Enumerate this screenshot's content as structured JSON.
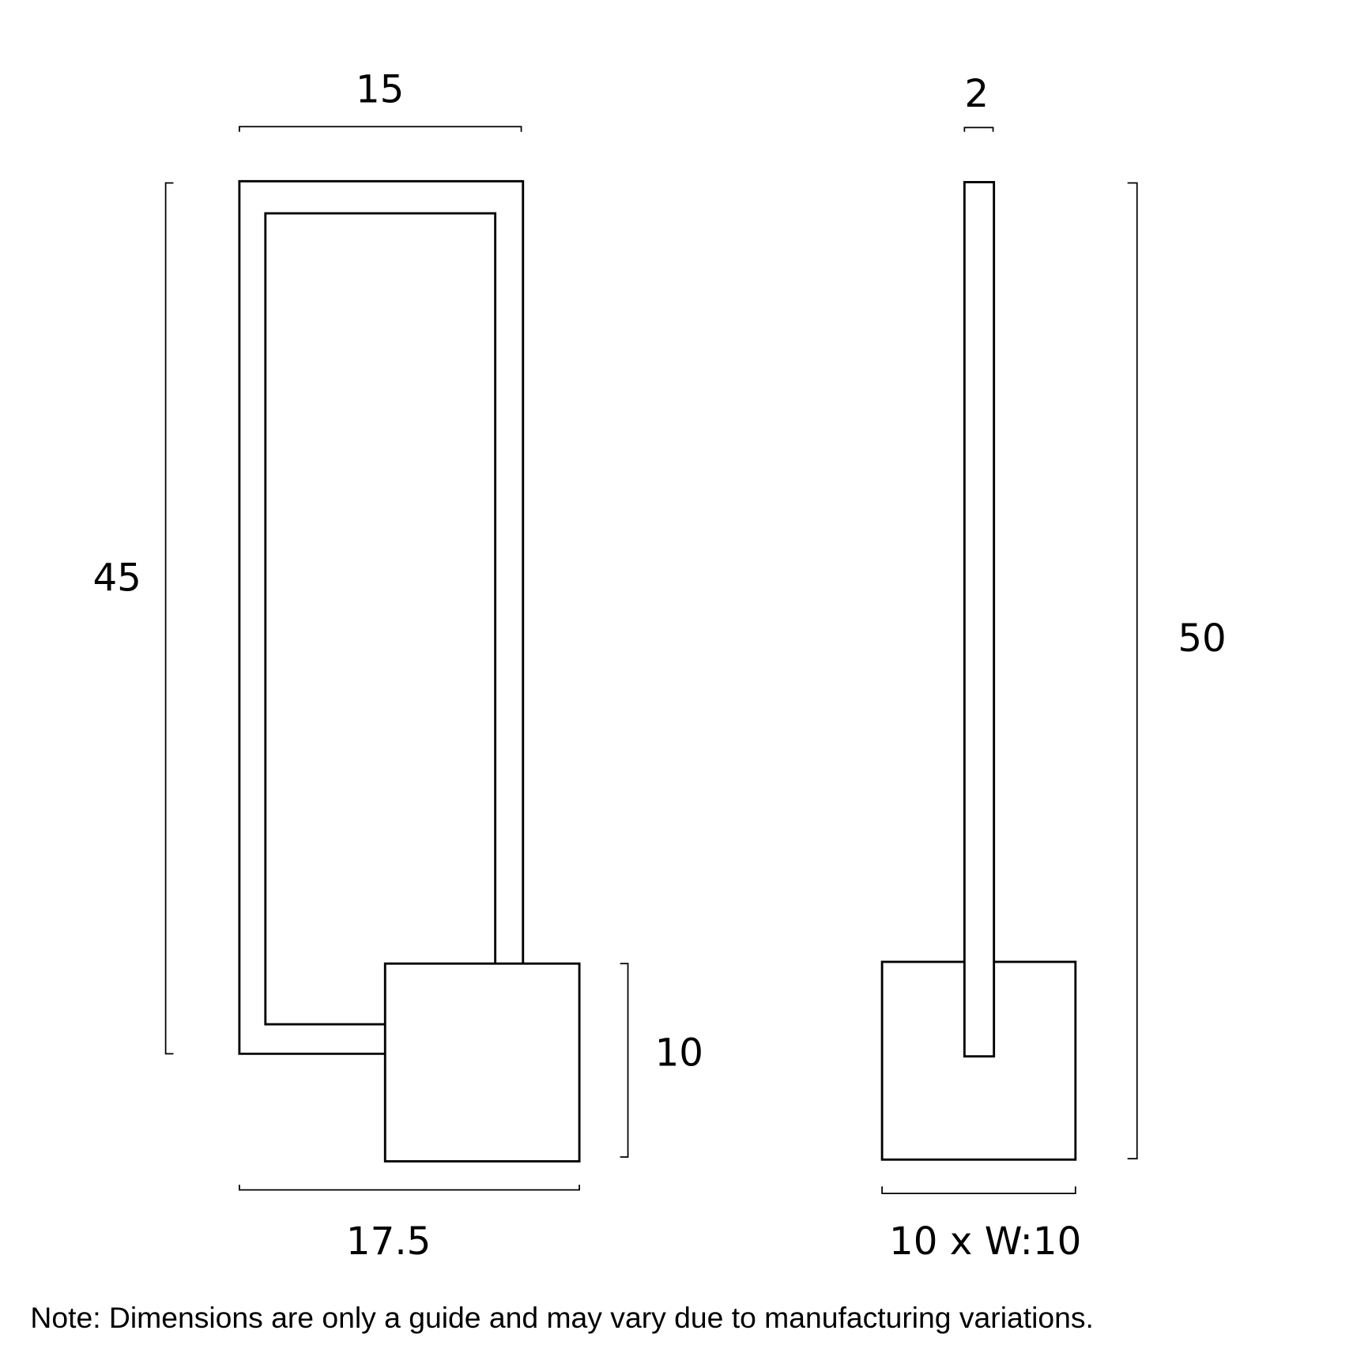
{
  "front_view": {
    "width_label": "15",
    "height_label": "45",
    "base_height_label": "10",
    "total_width_label": "17.5"
  },
  "side_view": {
    "depth_label": "2",
    "height_label": "50",
    "base_label": "10 x W:10"
  },
  "note": "Note: Dimensions are only a guide and may vary due to manufacturing variations."
}
